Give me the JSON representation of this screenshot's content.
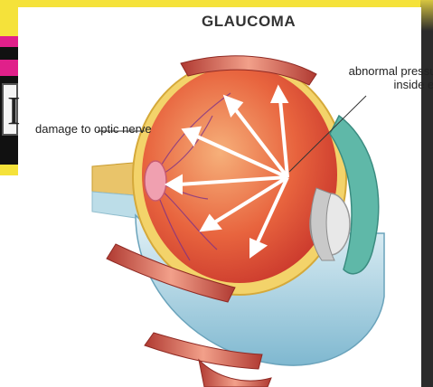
{
  "title": "GLAUCOMA",
  "labels": {
    "optic_nerve": "damage to optic nerve",
    "pressure_line1": "abnormal pressure",
    "pressure_line2": "inside eye"
  },
  "colors": {
    "background_banner": "#f5e23a",
    "accent_magenta": "#e0208a",
    "eye_interior": "#e65a3a",
    "sclera": "#cfe6ef",
    "arrow": "#ffffff"
  }
}
